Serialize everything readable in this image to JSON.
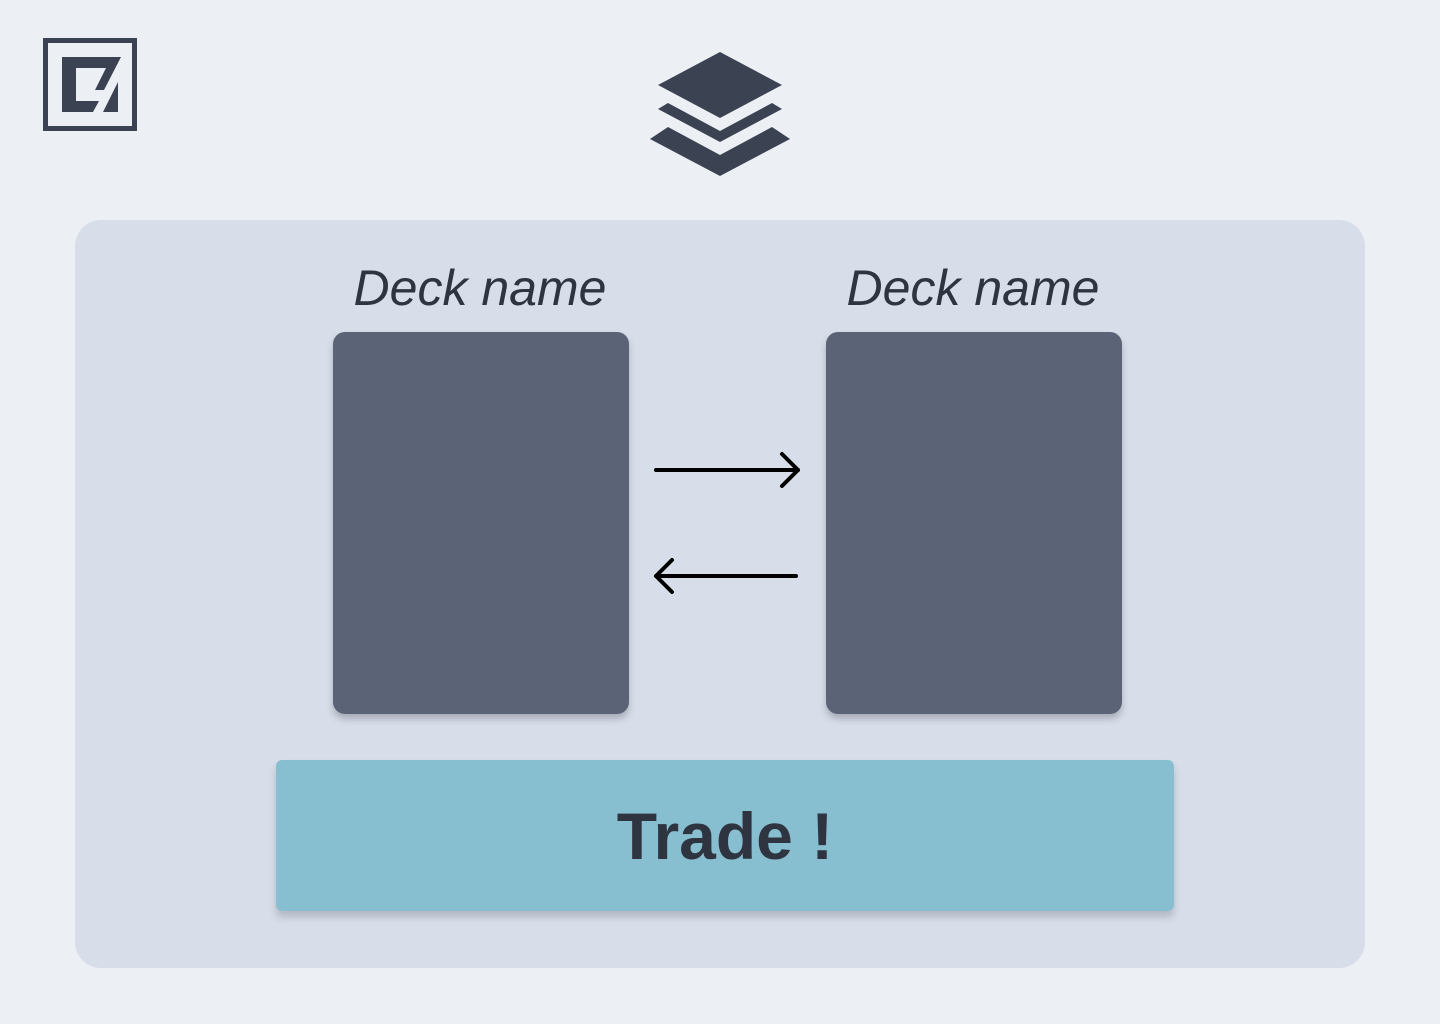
{
  "header": {
    "logo_icon": "app-logo-icon",
    "deck_icon": "stacked-layers-icon"
  },
  "trade_panel": {
    "left_deck": {
      "name": "Deck name"
    },
    "right_deck": {
      "name": "Deck name"
    },
    "send_arrow_icon": "arrow-right-icon",
    "receive_arrow_icon": "arrow-left-icon",
    "trade_button_label": "Trade !"
  },
  "colors": {
    "background": "#eceff4",
    "panel": "#d8dee9",
    "card": "#5a6476",
    "accent": "#88bfd0",
    "text": "#2e3440"
  }
}
